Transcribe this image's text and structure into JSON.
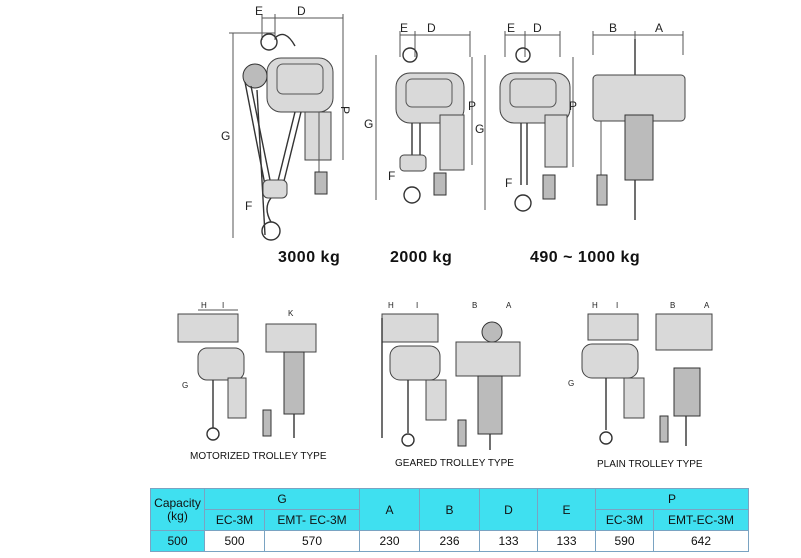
{
  "captions": {
    "c3000": "3000 kg",
    "c2000": "2000 kg",
    "c490": "490 ~ 1000 kg",
    "motorized": "MOTORIZED TROLLEY TYPE",
    "geared": "GEARED TROLLEY TYPE",
    "plain": "PLAIN TROLLEY TYPE"
  },
  "dims": {
    "e": "E",
    "d": "D",
    "g": "G",
    "p": "P",
    "f": "F",
    "b": "B",
    "a": "A",
    "h": "H",
    "i": "I",
    "k": "K"
  },
  "table": {
    "capacity": "Capacity\n(kg)",
    "g": "G",
    "a": "A",
    "b": "B",
    "d": "D",
    "e": "E",
    "p": "P",
    "ec3m": "EC-3M",
    "emt_ec3m_g": "EMT- EC-3M",
    "ec3m_p": "EC-3M",
    "emt_ec3m_p": "EMT-EC-3M",
    "rows": [
      {
        "capacity": "500",
        "g_ec": "500",
        "g_emt": "570",
        "a": "230",
        "b": "236",
        "d": "133",
        "e": "133",
        "p_ec": "590",
        "p_emt": "642"
      }
    ]
  }
}
